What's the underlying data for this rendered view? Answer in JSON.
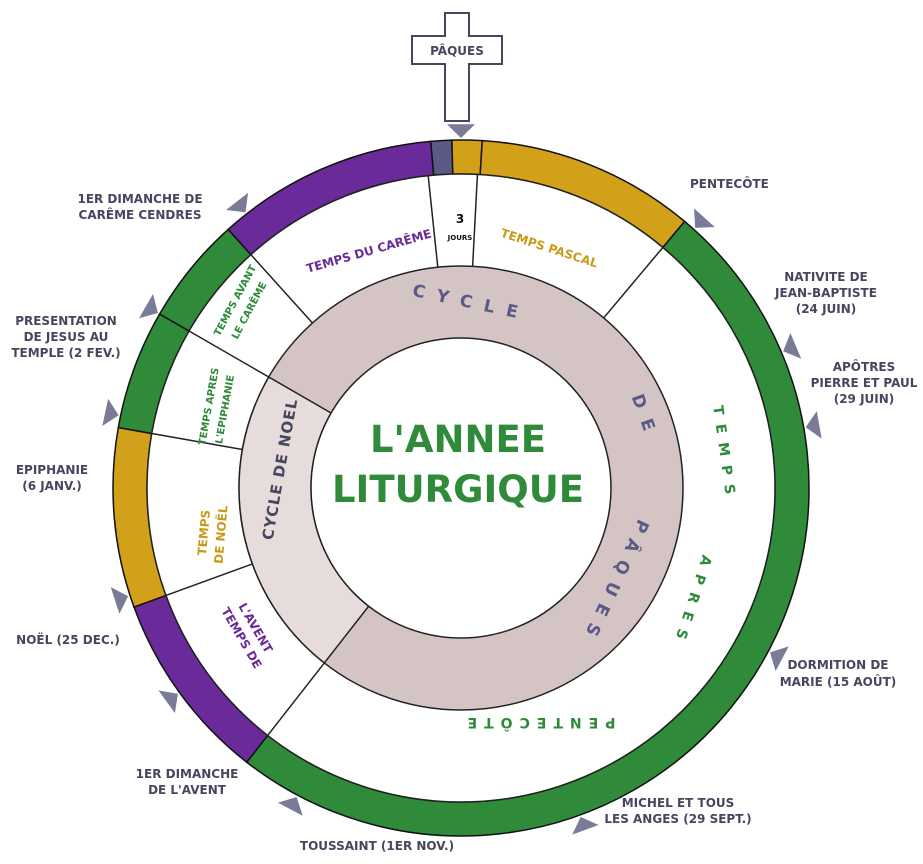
{
  "center_title": {
    "line1": "L'ANNEE",
    "line2": "LITURGIQUE"
  },
  "easter": {
    "label": "PÂQUES"
  },
  "outer_labels": {
    "pentecote": "PENTECÔTE",
    "nativite_line1": "NATIVITE DE",
    "nativite_line2": "JEAN-BAPTISTE",
    "nativite_line3": "(24 JUIN)",
    "apotres_line1": "APÔTRES",
    "apotres_line2": "PIERRE ET PAUL",
    "apotres_line3": "(29 JUIN)",
    "dormition_line1": "DORMITION DE",
    "dormition_line2": "MARIE (15 AOÛT)",
    "michel_line1": "MICHEL ET TOUS",
    "michel_line2": "LES ANGES (29 SEPT.)",
    "toussaint": "TOUSSAINT (1ER NOV.)",
    "avent_line1": "1ER DIMANCHE",
    "avent_line2": "DE L'AVENT",
    "noel": "NOËL (25 DEC.)",
    "epiphanie_line1": "EPIPHANIE",
    "epiphanie_line2": "(6 JANV.)",
    "presentation_line1": "PRESENTATION",
    "presentation_line2": "DE JESUS AU",
    "presentation_line3": "TEMPLE (2 FEV.)",
    "careme_line1": "1ER DIMANCHE DE",
    "careme_line2": "CARÊME CENDRES"
  },
  "ring_labels": {
    "careme": "TEMPS DU CARÊME",
    "trois_jours": "3",
    "trois_jours_sub": "JOURS",
    "pascal": "TEMPS PASCAL",
    "avant_careme_1": "TEMPS AVANT",
    "avant_careme_2": "LE CARÊME",
    "apres_epiphanie_1": "TEMPS APRES",
    "apres_epiphanie_2": "L'EPIPHANIE",
    "noel_1": "TEMPS",
    "noel_2": "DE NOËL",
    "avent_1": "TEMPS DE",
    "avent_2": "L'AVENT",
    "cycle_noel": "CYCLE DE NOEL",
    "cycle_paques_1": "CYCLE",
    "cycle_paques_2": "DE",
    "cycle_paques_3": "PÂQUES",
    "apres_pentecote_1": "TEMPS",
    "apres_pentecote_2": "APRES",
    "apres_pentecote_3": "PENTECÔTE"
  },
  "colors": {
    "purple": "#6a2a9a",
    "gold": "#d2a019",
    "green": "#2f8a3a",
    "slate": "#5a5a86",
    "cycle": "#d5c4c4",
    "cycle_light": "#e6dcdc",
    "marker": "#7a7a99",
    "text": "#46465f"
  }
}
